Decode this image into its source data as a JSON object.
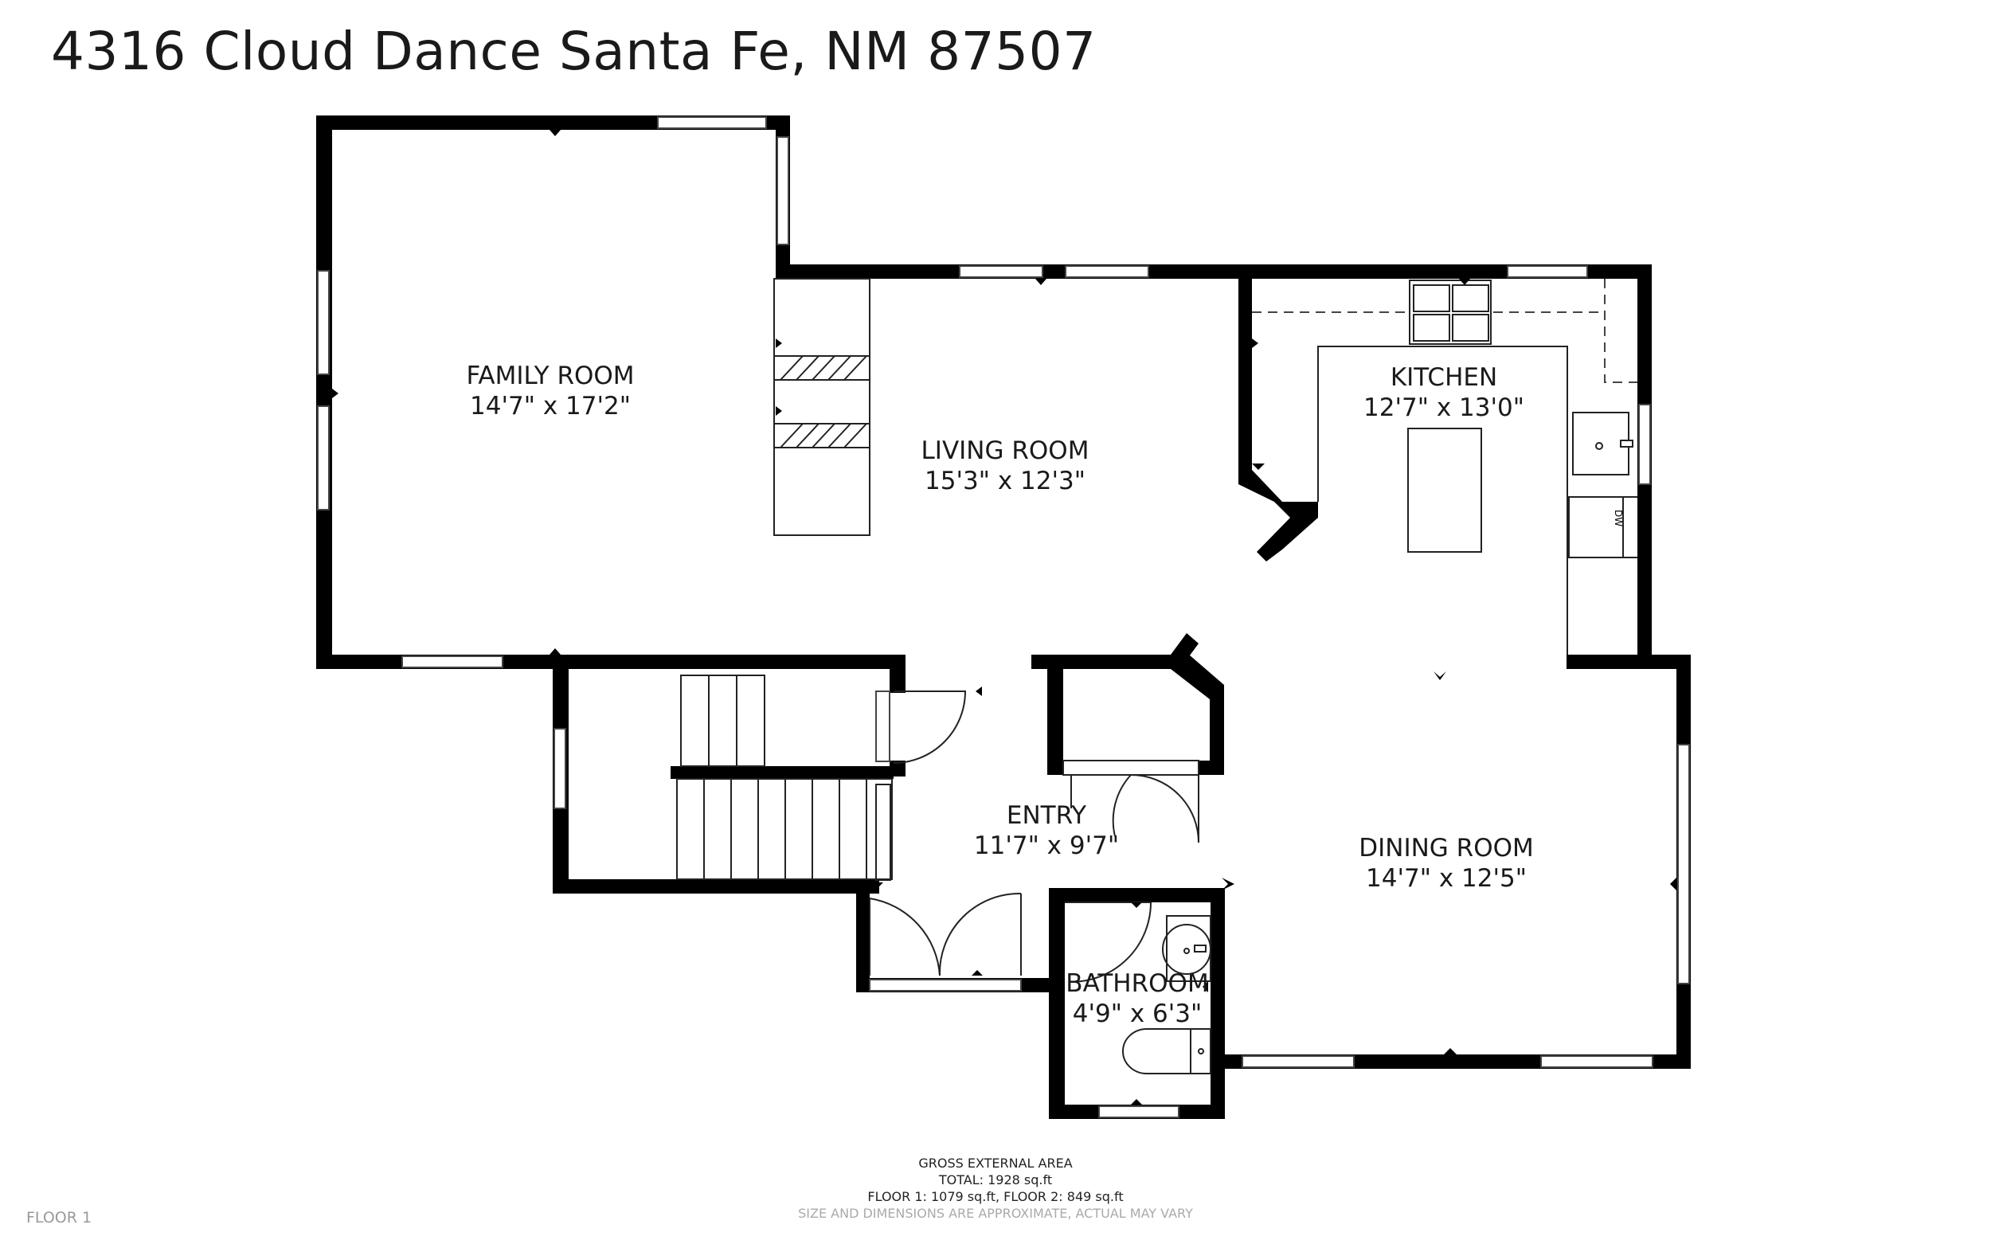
{
  "title": "4316 Cloud Dance Santa Fe, NM 87507",
  "rooms": {
    "family": {
      "name": "FAMILY ROOM",
      "dims": "14'7\" x 17'2\""
    },
    "living": {
      "name": "LIVING ROOM",
      "dims": "15'3\" x 12'3\""
    },
    "kitchen": {
      "name": "KITCHEN",
      "dims": "12'7\" x 13'0\""
    },
    "entry": {
      "name": "ENTRY",
      "dims": "11'7\" x 9'7\""
    },
    "dining": {
      "name": "DINING ROOM",
      "dims": "14'7\" x 12'5\""
    },
    "bathroom": {
      "name": "BATHROOM",
      "dims": "4'9\" x 6'3\""
    }
  },
  "fixtures": {
    "dishwasher": "DW"
  },
  "footer": {
    "heading": "GROSS EXTERNAL AREA",
    "total": "TOTAL: 1928 sq.ft",
    "floors": "FLOOR 1: 1079 sq.ft, FLOOR 2: 849 sq.ft",
    "disclaimer": "SIZE AND DIMENSIONS ARE APPROXIMATE, ACTUAL MAY VARY"
  },
  "floor_label": "FLOOR 1"
}
